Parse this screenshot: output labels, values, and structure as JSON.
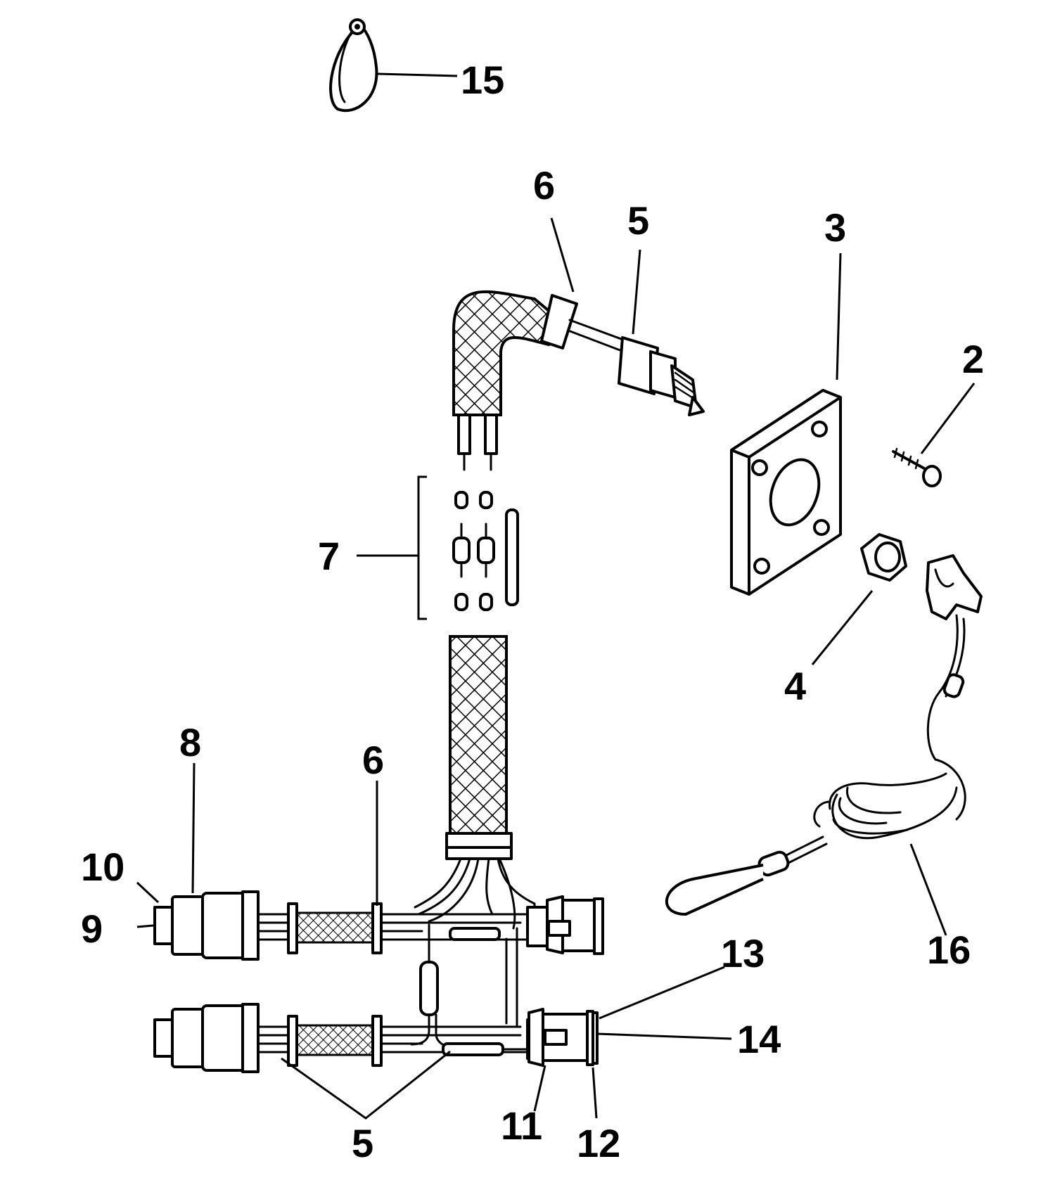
{
  "diagram": {
    "callouts": [
      {
        "id": "c15",
        "label": "15"
      },
      {
        "id": "c6a",
        "label": "6"
      },
      {
        "id": "c5a",
        "label": "5"
      },
      {
        "id": "c3",
        "label": "3"
      },
      {
        "id": "c2",
        "label": "2"
      },
      {
        "id": "c7",
        "label": "7"
      },
      {
        "id": "c4",
        "label": "4"
      },
      {
        "id": "c8",
        "label": "8"
      },
      {
        "id": "c6b",
        "label": "6"
      },
      {
        "id": "c10",
        "label": "10"
      },
      {
        "id": "c9",
        "label": "9"
      },
      {
        "id": "c16",
        "label": "16"
      },
      {
        "id": "c13",
        "label": "13"
      },
      {
        "id": "c14",
        "label": "14"
      },
      {
        "id": "c11",
        "label": "11"
      },
      {
        "id": "c12",
        "label": "12"
      },
      {
        "id": "c5b",
        "label": "5"
      }
    ],
    "colors": {
      "ink": "#000000",
      "paper": "#ffffff"
    }
  }
}
